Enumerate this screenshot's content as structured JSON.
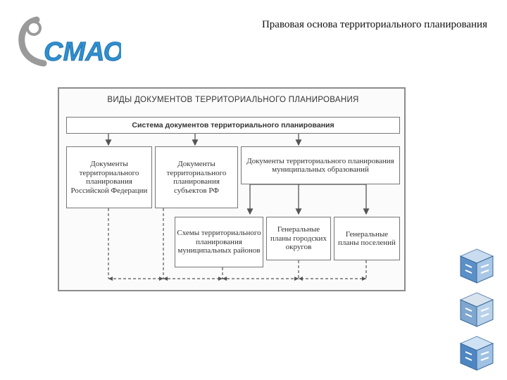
{
  "header": {
    "logo_text": "СМАО",
    "title": "Правовая основа территориального планирования"
  },
  "diagram": {
    "title": "ВИДЫ ДОКУМЕНТОВ ТЕРРИТОРИАЛЬНОГО ПЛАНИРОВАНИЯ",
    "system": "Система документов территориального планирования",
    "federal": "Документы территориального планирования Российской Федерации",
    "subjects": "Документы территориального планирования субъектов РФ",
    "municipal": "Документы территориального планирования муниципальных образований",
    "districts": "Схемы территориального планирования муниципальных районов",
    "city_districts": "Генеральные планы городских округов",
    "settlements": "Генеральные планы поселений"
  },
  "decorations": {
    "accent_blue": "#2f8fd0",
    "logo_gray": "#9a9a9a",
    "cube_icons": [
      "puzzle-cube-icon",
      "puzzle-cube-icon",
      "puzzle-cube-icon"
    ]
  }
}
